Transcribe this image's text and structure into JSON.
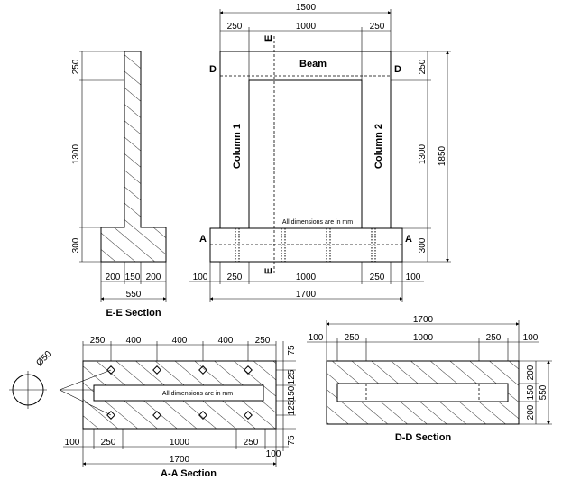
{
  "labels": {
    "beam": "Beam",
    "column1": "Column 1",
    "column2": "Column 2",
    "all_dims_note": "All dimensions are in mm",
    "section_marker_e": "E",
    "section_marker_d": "D",
    "section_marker_a": "A",
    "ee_section": "E-E Section",
    "aa_section": "A-A Section",
    "dd_section": "D-D Section",
    "bar_diameter": "Ø50"
  },
  "elevation_dims": {
    "overall_width": "1500",
    "top_left": "250",
    "top_mid": "1000",
    "top_right": "250",
    "beam_depth": "250",
    "column_height": "1300",
    "overall_height": "1850",
    "base_height": "300",
    "bottom_left_overhang": "100",
    "bottom_left_col": "250",
    "bottom_mid": "1000",
    "bottom_right_col": "250",
    "bottom_right_overhang": "100",
    "base_length": "1700"
  },
  "ee_dims": {
    "top": "250",
    "mid": "1300",
    "base": "300",
    "w1": "200",
    "w2": "150",
    "w3": "200",
    "width": "550"
  },
  "aa_dims": {
    "t1": "250",
    "t2": "400",
    "t3": "400",
    "t4": "400",
    "t5": "250",
    "b1": "100",
    "b2": "250",
    "b3": "1000",
    "b4": "250",
    "b5": "100",
    "length": "1700",
    "r1": "75",
    "r2": "125",
    "r3": "150",
    "r4": "125",
    "r5": "75"
  },
  "dd_dims": {
    "length": "1700",
    "t1": "100",
    "t2": "250",
    "t3": "1000",
    "t4": "250",
    "t5": "100",
    "r1": "200",
    "r2": "150",
    "r3": "200",
    "width": "550"
  }
}
